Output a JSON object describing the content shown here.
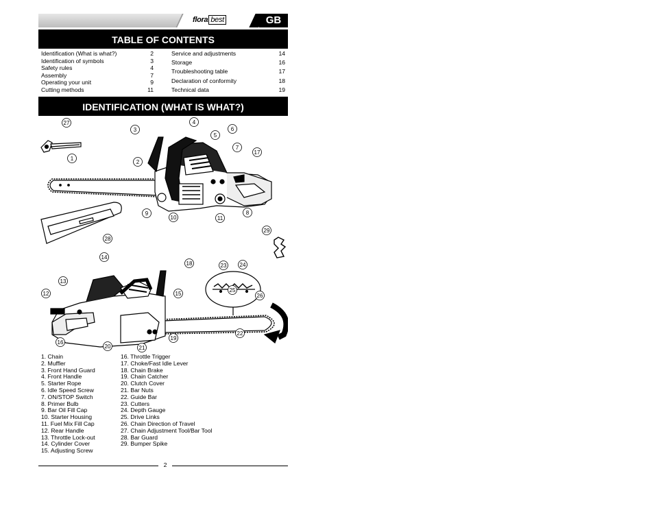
{
  "header": {
    "brand_main": "flora",
    "brand_box": "best",
    "language": "GB"
  },
  "toc": {
    "title": "TABLE OF CONTENTS",
    "left": [
      {
        "label": "Identification (What is what?)",
        "page": "2"
      },
      {
        "label": "Identification of symbols",
        "page": "3"
      },
      {
        "label": "Safety rules",
        "page": "4"
      },
      {
        "label": "Assembly",
        "page": "7"
      },
      {
        "label": "Operating your unit",
        "page": "9"
      },
      {
        "label": "Cutting methods",
        "page": "11"
      }
    ],
    "right": [
      {
        "label": "Service and adjustments",
        "page": "14"
      },
      {
        "label": "Storage",
        "page": "16"
      },
      {
        "label": "Troubleshooting table",
        "page": "17"
      },
      {
        "label": "Declaration of conformity",
        "page": "18"
      },
      {
        "label": "Technical data",
        "page": "19"
      }
    ]
  },
  "identification": {
    "title": "IDENTIFICATION  (WHAT IS WHAT?)",
    "callouts_top": [
      "27",
      "4",
      "3",
      "6",
      "5",
      "7",
      "17",
      "1",
      "2",
      "9",
      "10",
      "11",
      "8",
      "28",
      "29"
    ],
    "callouts_bottom": [
      "14",
      "18",
      "23",
      "24",
      "13",
      "12",
      "15",
      "25",
      "26",
      "16",
      "20",
      "21",
      "19",
      "22"
    ]
  },
  "legend": {
    "col1": [
      "1.   Chain",
      "2.   Muffler",
      "3.   Front Hand Guard",
      "4.   Front Handle",
      "5.   Starter Rope",
      "6.   Idle Speed Screw",
      "7.   ON/STOP Switch",
      "8.   Primer Bulb",
      "9.   Bar Oil Fill Cap",
      "10. Starter Housing",
      "11. Fuel Mix Fill Cap",
      "12. Rear Handle",
      "13. Throttle Lock-out",
      "14. Cylinder Cover",
      "15. Adjusting Screw"
    ],
    "col2": [
      "16. Throttle Trigger",
      "17. Choke/Fast Idle Lever",
      "18. Chain Brake",
      "19. Chain Catcher",
      "20. Clutch Cover",
      "21. Bar Nuts",
      "22. Guide Bar",
      "23. Cutters",
      "24. Depth Gauge",
      "25. Drive Links",
      "26. Chain Direction of Travel",
      "27. Chain Adjustment Tool/Bar Tool",
      "28. Bar Guard",
      "29. Bumper Spike"
    ]
  },
  "footer": {
    "page_number": "2"
  }
}
